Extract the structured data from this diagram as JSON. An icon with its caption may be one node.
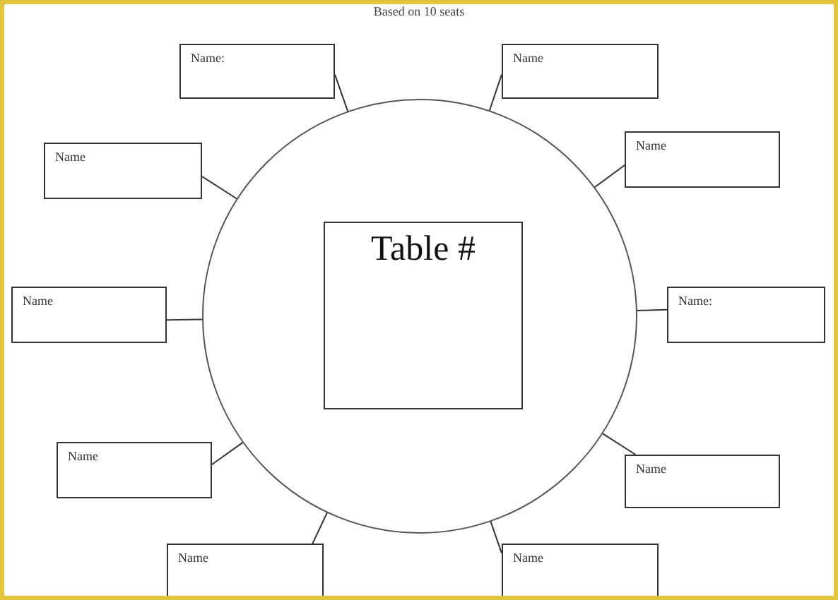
{
  "diagram": {
    "title": "Based on 10 seats",
    "nodes": [
      {
        "text": [
          "Name:"
        ]
      },
      {
        "text": [
          "Name"
        ]
      },
      {
        "text": [
          "Name"
        ]
      },
      {
        "text": [
          "Name"
        ]
      },
      {
        "text": [
          "Name"
        ]
      },
      {
        "text": [
          "Name:"
        ]
      },
      {
        "text": [
          "Name"
        ]
      },
      {
        "text": [
          "Name"
        ]
      },
      {
        "text": [
          "Name"
        ]
      },
      {
        "text": [
          "Name"
        ]
      },
      {
        "text": [],
        "shape": "circle"
      },
      {
        "text": [
          "Table #"
        ],
        "in": 10
      }
    ],
    "edges": [
      {
        "from": 0,
        "to": 10,
        "arrow": "none"
      },
      {
        "from": 1,
        "to": 10,
        "arrow": "none"
      },
      {
        "from": 2,
        "to": 10,
        "arrow": "none"
      },
      {
        "from": 3,
        "to": 10,
        "arrow": "none"
      },
      {
        "from": 4,
        "to": 10,
        "arrow": "none"
      },
      {
        "from": 5,
        "to": 10,
        "arrow": "none"
      },
      {
        "from": 6,
        "to": 10,
        "arrow": "none"
      },
      {
        "from": 7,
        "to": 10,
        "arrow": "none"
      },
      {
        "from": 8,
        "to": 10,
        "arrow": "none"
      },
      {
        "from": 9,
        "to": 10,
        "arrow": "none"
      }
    ]
  }
}
